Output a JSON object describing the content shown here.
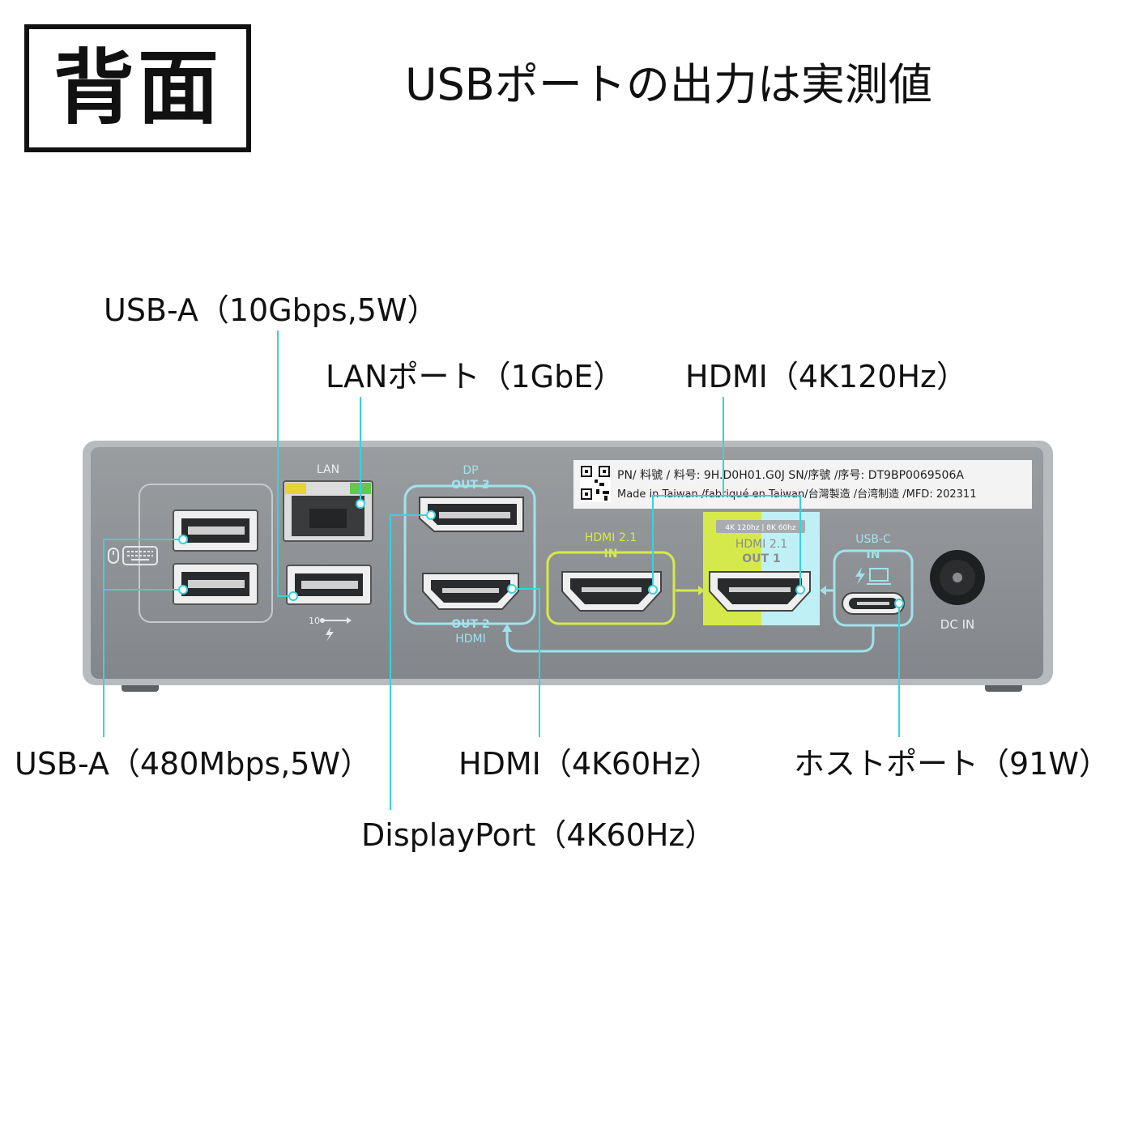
{
  "header": {
    "title": "背面",
    "subtitle": "USBポートの出力は実測値"
  },
  "callouts": {
    "usb_a_10g": "USB-A（10Gbps,5W）",
    "lan": "LANポート（1GbE）",
    "hdmi_120": "HDMI（4K120Hz）",
    "usb_a_480": "USB-A（480Mbps,5W）",
    "hdmi_60": "HDMI（4K60Hz）",
    "host": "ホストポート（91W）",
    "dp": "DisplayPort（4K60Hz）"
  },
  "device": {
    "lan_label": "LAN",
    "usb_speed_label": "10",
    "dp_label": "DP",
    "out3_label": "OUT 3",
    "out2_label": "OUT 2",
    "hdmi_small_label": "HDMI",
    "hdmi_in_label": "HDMI 2.1",
    "in_label": "IN",
    "out1_spec": "4K 120hz | 8K 60hz",
    "out1_hdmi": "HDMI 2.1",
    "out1_label": "OUT 1",
    "usbc_label": "USB-C",
    "usbc_in_label": "IN",
    "dc_in_label": "DC IN",
    "sticker_line1": "PN/ 料號 / 料号: 9H.D0H01.G0J  SN/序號 /序号: DT9BP0069506A",
    "sticker_line2": "Made in Taiwan /fabriqué en Taiwan/台灣製造 /台湾制造  /MFD: 202311"
  },
  "colors": {
    "leader": "#35d4dc",
    "panel": "#8a8d90",
    "lime": "#d6e94a",
    "lime_text": "#c9dc3c",
    "cyan_outline": "#9fe3ec",
    "out1_cyan": "#bff0f6"
  }
}
